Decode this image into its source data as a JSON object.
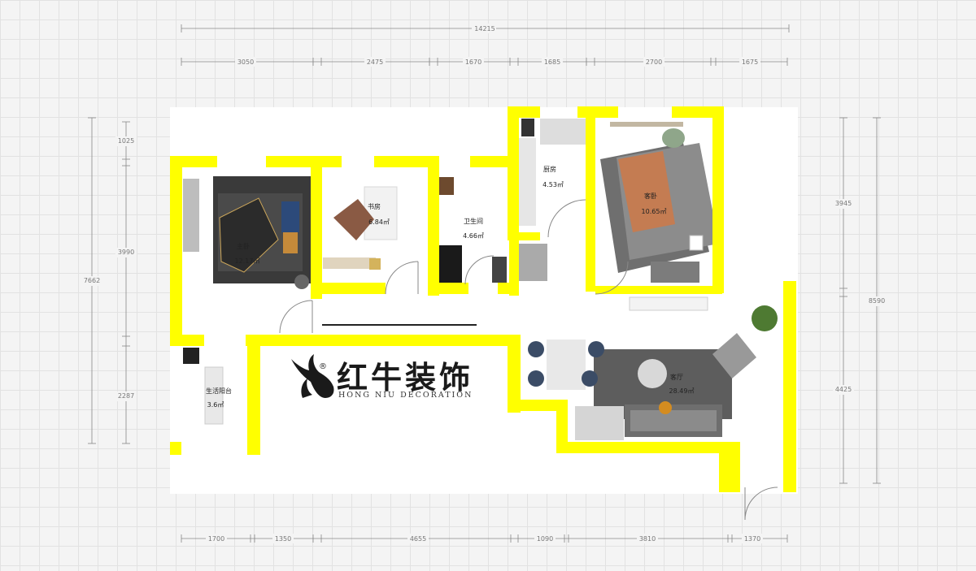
{
  "dimensions": {
    "top_total": "14215",
    "top": [
      "3050",
      "2475",
      "1670",
      "1685",
      "2700",
      "1675"
    ],
    "bottom": [
      "1700",
      "1350",
      "4655",
      "1090",
      "3810",
      "1370"
    ],
    "left": [
      "1025",
      "3990",
      "2287"
    ],
    "left_total": "7662",
    "right": [
      "3945",
      "4425"
    ],
    "right_total": "8590"
  },
  "rooms": {
    "master_bedroom": {
      "name": "主卧",
      "area": "12.17㎡"
    },
    "study": {
      "name": "书房",
      "area": "6.84㎡"
    },
    "bathroom": {
      "name": "卫生间",
      "area": "4.66㎡"
    },
    "kitchen": {
      "name": "厨房",
      "area": "4.53㎡"
    },
    "guest_bedroom": {
      "name": "客卧",
      "area": "10.65㎡"
    },
    "living_room": {
      "name": "客厅",
      "area": "28.49㎡"
    },
    "utility_balcony": {
      "name": "生活阳台",
      "area": "3.6㎡"
    }
  },
  "logo": {
    "chinese": "红牛装饰",
    "english": "HONG NIU DECORATION",
    "registered": "®"
  },
  "colors": {
    "wall": "#ffff00",
    "background": "#f4f4f4",
    "floor": "#ffffff",
    "dimension_line": "#777777"
  }
}
